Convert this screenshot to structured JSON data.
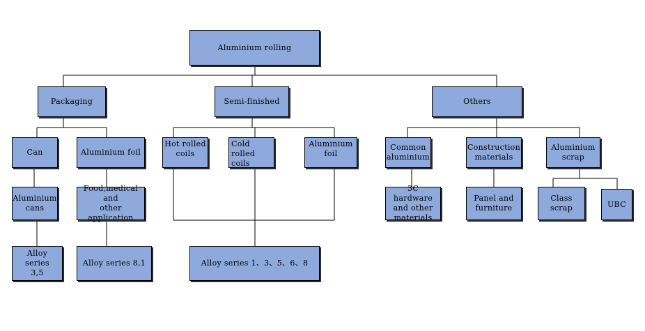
{
  "nodes": {
    "root": "Aluminium rolling",
    "packaging": "Packaging",
    "semi_finished": "Semi-finished",
    "others": "Others",
    "can": "Can",
    "aluminium_foil_pkg": "Aluminium foil",
    "hot_rolled_coils": "Hot rolled\ncoils",
    "cold_rolled_coils": "Cold\nrolled\n coils",
    "aluminium_foil_semi": "Aluminium\nfoil",
    "common_aluminium": "Common\naluminium",
    "construction_materials": "Construction\nmaterials",
    "aluminium_scrap": "Aluminium\nscrap",
    "aluminium_cans": "Aluminium\ncans",
    "food_medical": "Food,medical and\nother\napplication",
    "hardware_3c": "3C hardware\nand other\nmaterials",
    "panel_furniture": "Panel and\nfurniture",
    "class_scrap": "Class\nscrap",
    "ubc": "UBC",
    "alloy_35": "Alloy series\n3,5",
    "alloy_81": "Alloy series 8,1",
    "alloy_13568": "Alloy series 1、3、5、6、8"
  }
}
